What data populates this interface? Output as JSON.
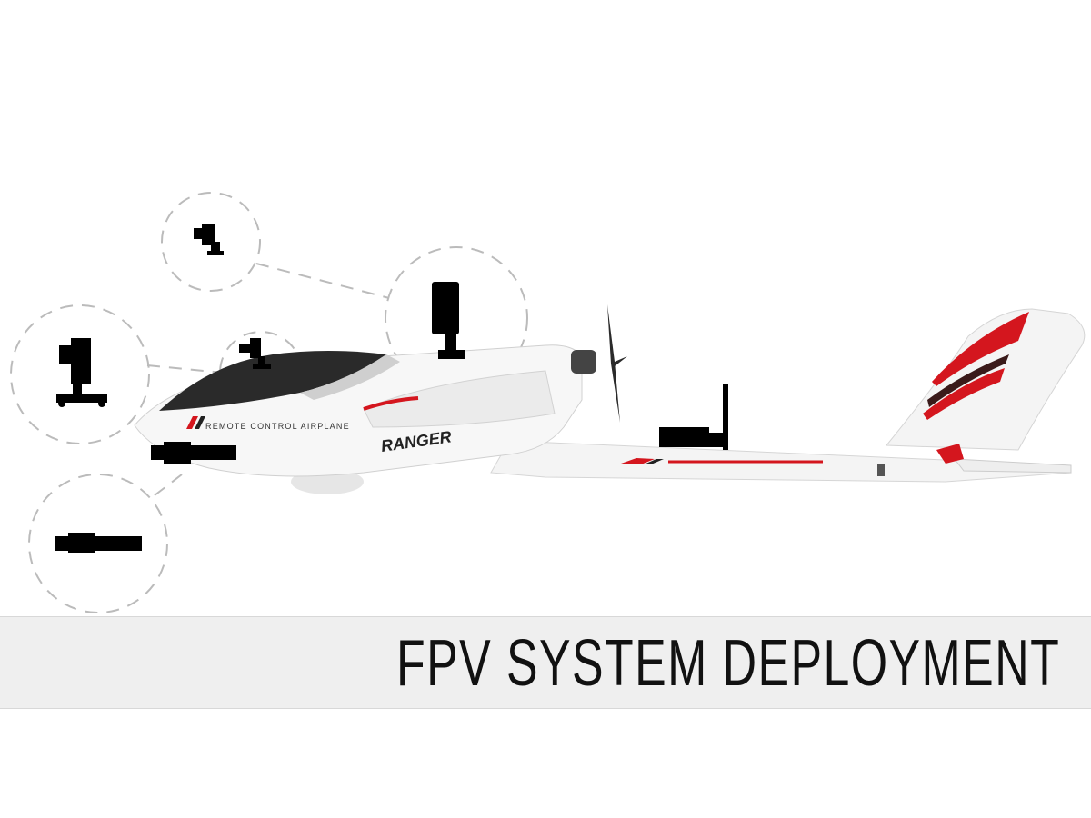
{
  "banner": {
    "title": "FPV SYSTEM DEPLOYMENT"
  },
  "aircraft": {
    "fuselage_label": "REMOTE CONTROL AIRPLANE",
    "model_logo": "RANGER",
    "accent_color": "#d4161e",
    "canopy_color": "#2a2a2a"
  },
  "mount_points": [
    {
      "name": "top-mount-gimbal-camera"
    },
    {
      "name": "rear-top-action-camera"
    },
    {
      "name": "cockpit-camera"
    },
    {
      "name": "nose-gimbal-camera"
    },
    {
      "name": "underside-camera"
    }
  ]
}
